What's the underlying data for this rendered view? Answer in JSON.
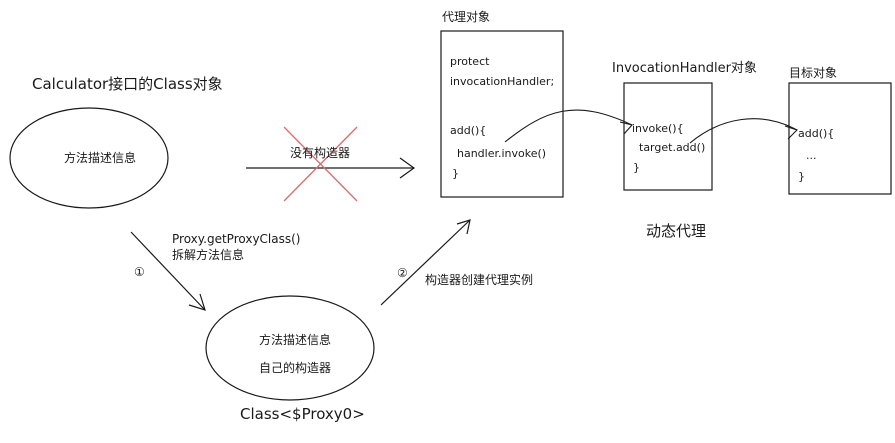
{
  "calculator_title": "Calculator接口的Class对象",
  "ellipse_top": {
    "label": "方法描述信息"
  },
  "no_constructor_label": "没有构造器",
  "proxy_call_line1": "Proxy.getProxyClass()",
  "proxy_call_line2": "拆解方法信息",
  "step1": "①",
  "step2": "②",
  "create_instance_label": "构造器创建代理实例",
  "ellipse_bottom": {
    "line1": "方法描述信息",
    "line2": "自己的构造器"
  },
  "proxy_class_label": "Class<$Proxy0>",
  "proxy_object": {
    "title": "代理对象",
    "lines": [
      "protect",
      "invocationHandler;",
      "add(){",
      "handler.invoke()",
      "}"
    ]
  },
  "handler_object": {
    "title": "InvocationHandler对象",
    "lines": [
      "invoke(){",
      "target.add()",
      "}"
    ]
  },
  "target_object": {
    "title": "目标对象",
    "lines": [
      "add(){",
      "...",
      "}"
    ]
  },
  "dynamic_proxy_label": "动态代理",
  "colors": {
    "stroke": "#1a1a1a",
    "cross": "#d96b6b",
    "background": "#ffffff"
  }
}
